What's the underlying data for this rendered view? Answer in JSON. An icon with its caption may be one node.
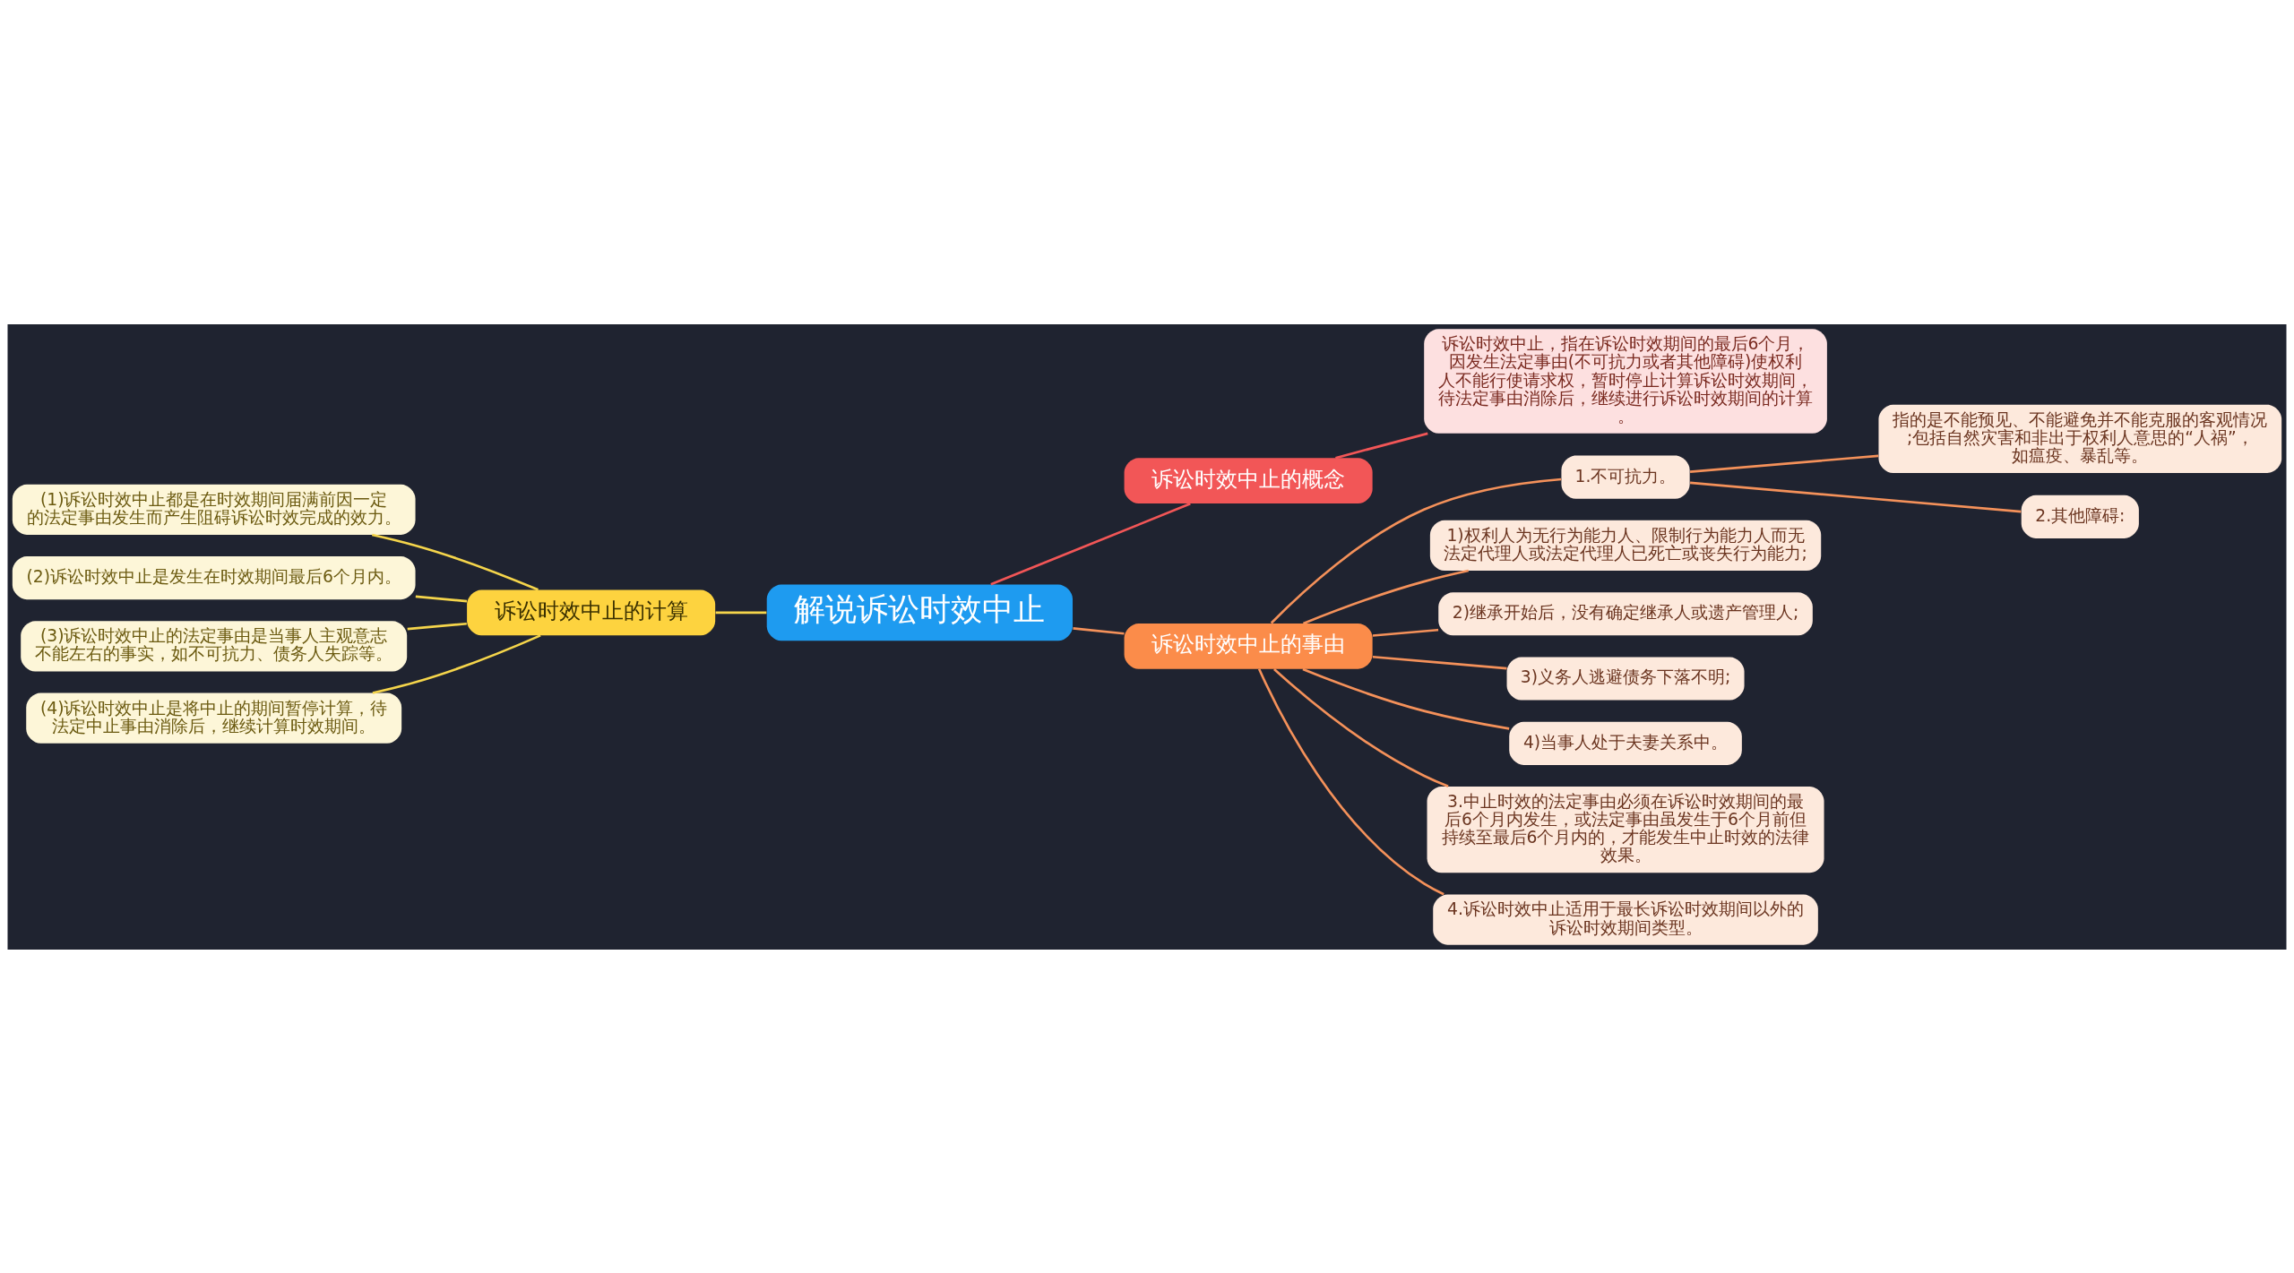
{
  "diagram": {
    "nodes": [
      {
        "text": [
          "解说诉讼时效中止"
        ]
      },
      {
        "text": [
          "诉讼时效中止的概念"
        ]
      },
      {
        "text": [
          "诉讼时效中止，指在诉讼时效期间的最后6个月，因发生法定事由(不可抗力或者其他障碍)使权利人不能行使请求权，暂时停止计算诉讼时效期间，待法定事由消除后，继续进行诉讼时效期间的计算。"
        ]
      },
      {
        "text": [
          "诉讼时效中止的事由"
        ]
      },
      {
        "text": [
          "1.不可抗力。"
        ]
      },
      {
        "text": [
          "指的是不能预见、不能避免并不能克服的客观情况;包括自然灾害和非出于权利人意思的“人祸”，如瘟疫、暴乱等。"
        ]
      },
      {
        "text": [
          "2.其他障碍:"
        ]
      },
      {
        "text": [
          "1)权利人为无行为能力人、限制行为能力人而无法定代理人或法定代理人已死亡或丧失行为能力;"
        ]
      },
      {
        "text": [
          "2)继承开始后，没有确定继承人或遗产管理人;"
        ]
      },
      {
        "text": [
          "3)义务人逃避债务下落不明;"
        ]
      },
      {
        "text": [
          "4)当事人处于夫妻关系中。"
        ]
      },
      {
        "text": [
          "3.中止时效的法定事由必须在诉讼时效期间的最后6个月内发生，或法定事由虽发生于6个月前但持续至最后6个月内的，才能发生中止时效的法律效果。"
        ]
      },
      {
        "text": [
          "4.诉讼时效中止适用于最长诉讼时效期间以外的诉讼时效期间类型。"
        ]
      },
      {
        "text": [
          "诉讼时效中止的计算"
        ]
      },
      {
        "text": [
          "(1)诉讼时效中止都是在时效期间届满前因一定的法定事由发生而产生阻碍诉讼时效完成的效力。"
        ]
      },
      {
        "text": [
          "(2)诉讼时效中止是发生在时效期间最后6个月内。"
        ]
      },
      {
        "text": [
          "(3)诉讼时效中止的法定事由是当事人主观意志不能左右的事实，如不可抗力、债务人失踪等。"
        ]
      },
      {
        "text": [
          "(4)诉讼时效中止是将中止的期间暂停计算，待法定中止事由消除后，继续计算时效期间。"
        ]
      }
    ],
    "edges": [
      {
        "from": 0,
        "to": 1,
        "arrow": "none",
        "color": "#f25657"
      },
      {
        "from": 1,
        "to": 2,
        "arrow": "none",
        "color": "#f25657"
      },
      {
        "from": 0,
        "to": 3,
        "arrow": "none"
      },
      {
        "from": 3,
        "to": 4,
        "arrow": "none"
      },
      {
        "from": 4,
        "to": 5,
        "arrow": "none"
      },
      {
        "from": 4,
        "to": 6,
        "arrow": "none"
      },
      {
        "from": 3,
        "to": 7,
        "arrow": "none"
      },
      {
        "from": 3,
        "to": 8,
        "arrow": "none"
      },
      {
        "from": 3,
        "to": 9,
        "arrow": "none"
      },
      {
        "from": 3,
        "to": 10,
        "arrow": "none"
      },
      {
        "from": 3,
        "to": 11,
        "arrow": "none"
      },
      {
        "from": 3,
        "to": 12,
        "arrow": "none"
      },
      {
        "from": 0,
        "to": 13,
        "arrow": "none",
        "color": "#f5d54b"
      },
      {
        "from": 13,
        "to": 14,
        "arrow": "none",
        "color": "#f5d54b"
      },
      {
        "from": 13,
        "to": 15,
        "arrow": "none",
        "color": "#f5d54b"
      },
      {
        "from": 13,
        "to": 16,
        "arrow": "none",
        "color": "#f5d54b"
      },
      {
        "from": 13,
        "to": 17,
        "arrow": "none",
        "color": "#f5d54b"
      }
    ]
  }
}
